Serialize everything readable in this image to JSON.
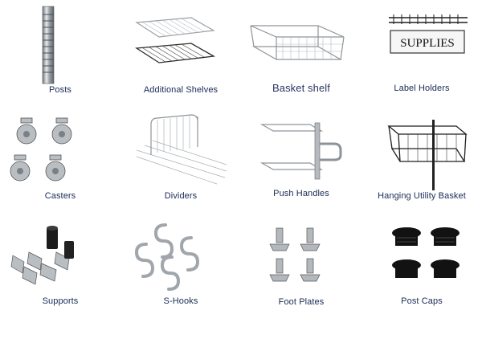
{
  "items": [
    {
      "label": "Posts",
      "icon": "post-icon"
    },
    {
      "label": "Additional Shelves",
      "icon": "wire-shelf-icon"
    },
    {
      "label": "Basket shelf",
      "icon": "basket-shelf-icon"
    },
    {
      "label": "Label Holders",
      "icon": "label-holder-icon"
    },
    {
      "label": "Casters",
      "icon": "caster-wheel-icon"
    },
    {
      "label": "Dividers",
      "icon": "divider-icon"
    },
    {
      "label": "Push Handles",
      "icon": "push-handle-icon"
    },
    {
      "label": "Hanging Utility Basket",
      "icon": "hanging-basket-icon"
    },
    {
      "label": "Supports",
      "icon": "support-clip-icon"
    },
    {
      "label": "S-Hooks",
      "icon": "s-hook-icon"
    },
    {
      "label": "Foot Plates",
      "icon": "foot-plate-icon"
    },
    {
      "label": "Post Caps",
      "icon": "post-cap-icon"
    }
  ],
  "label_holder_sign": "SUPPLIES",
  "colors": {
    "label_text": "#1a2a55",
    "chrome": "#9aa0a6",
    "dark": "#1b1b1b"
  }
}
